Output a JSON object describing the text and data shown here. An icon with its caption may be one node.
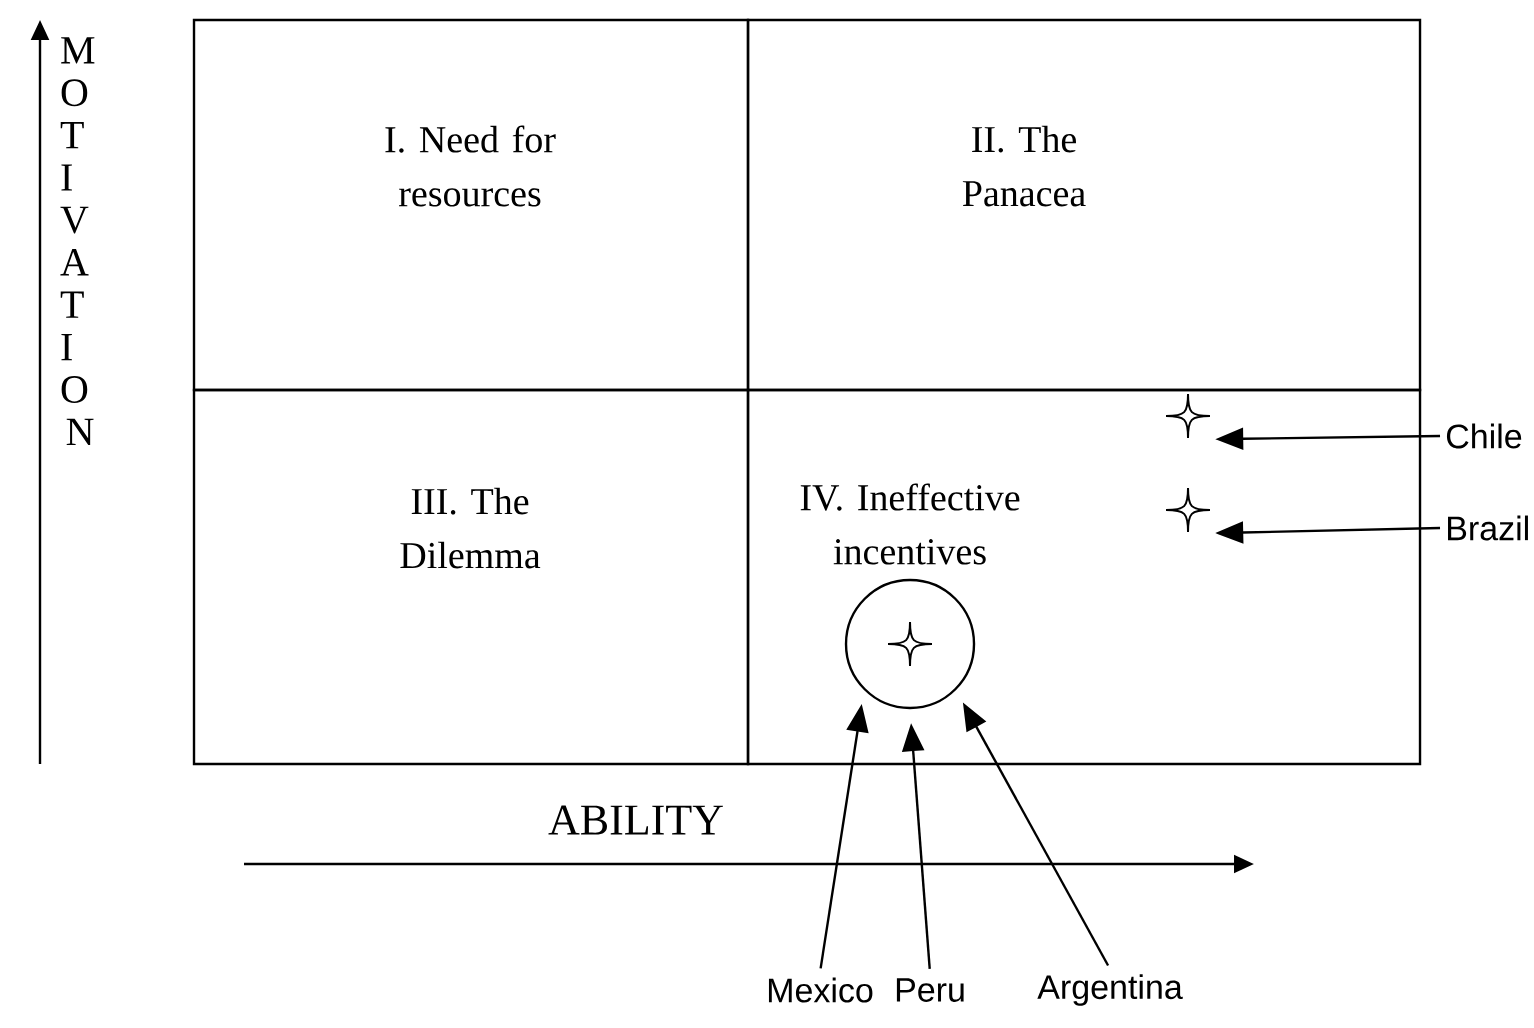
{
  "diagram": {
    "nodes": [
      {
        "text": [
          "I. Need for resources"
        ]
      },
      {
        "text": [
          "II. The Panacea"
        ]
      },
      {
        "text": [
          "III. The Dilemma"
        ]
      },
      {
        "text": [
          "IV. Ineffective incentives"
        ]
      },
      {
        "text": [],
        "shape": "star",
        "in": 3
      },
      {
        "text": [],
        "shape": "star",
        "in": 3
      },
      {
        "text": [],
        "shape": "circle",
        "in": 3
      },
      {
        "text": [],
        "shape": "star",
        "in": 6
      },
      {
        "text": [
          "Chile"
        ]
      },
      {
        "text": [
          "Brazil"
        ]
      },
      {
        "text": [
          "Mexico"
        ]
      },
      {
        "text": [
          "Peru"
        ]
      },
      {
        "text": [
          "Argentina"
        ]
      }
    ],
    "edges": [
      {
        "from": 8,
        "to": 4,
        "arrow": "to"
      },
      {
        "from": 9,
        "to": 5,
        "arrow": "to"
      },
      {
        "from": 10,
        "to": 6,
        "arrow": "to"
      },
      {
        "from": 11,
        "to": 6,
        "arrow": "to"
      },
      {
        "from": 12,
        "to": 6,
        "arrow": "to"
      }
    ],
    "labels": [
      "MOTIVATION",
      "ABILITY"
    ]
  }
}
